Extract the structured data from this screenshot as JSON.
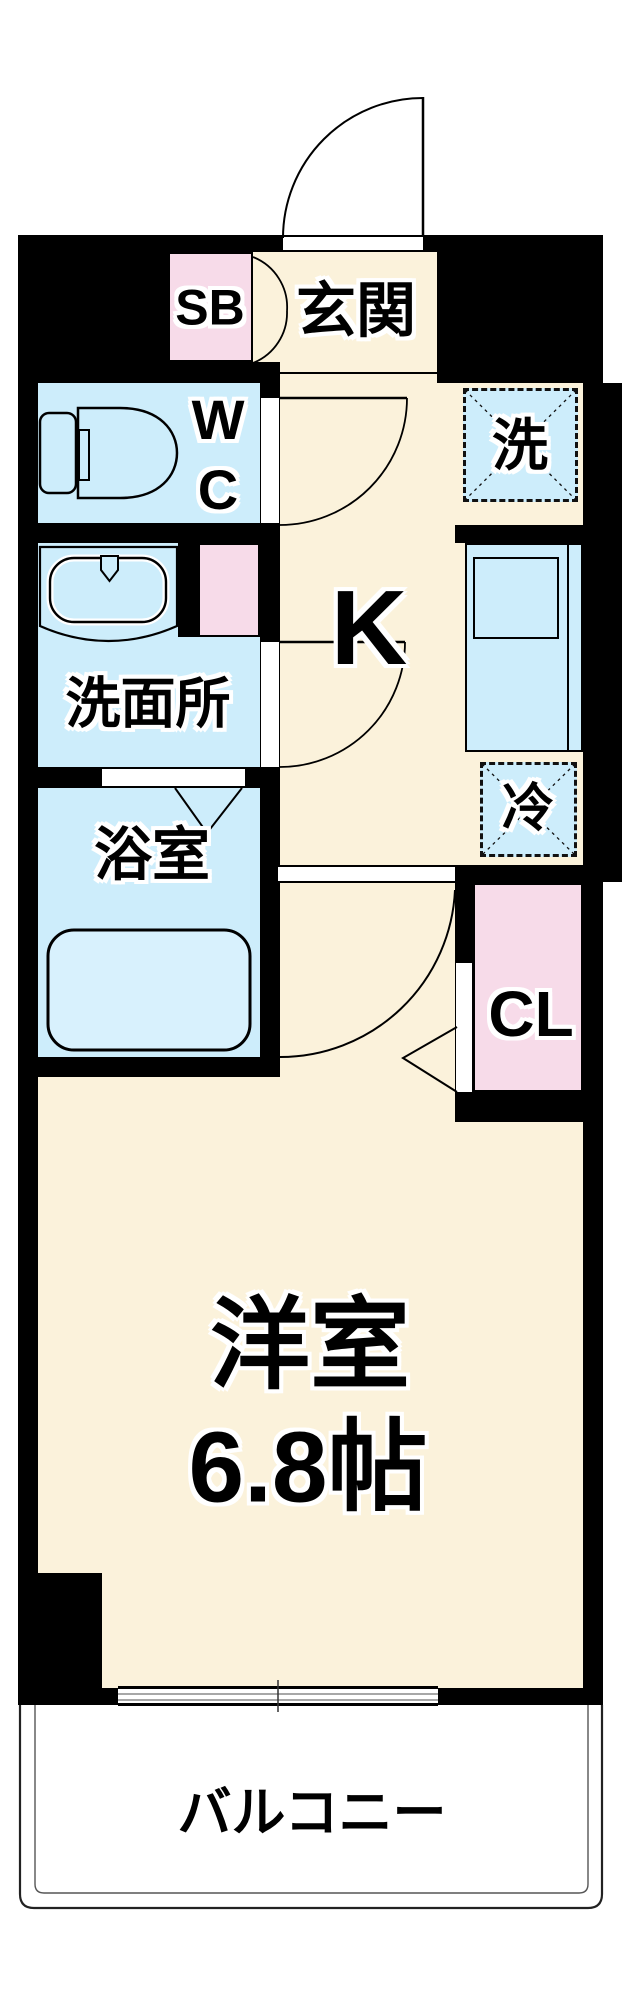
{
  "plan": {
    "type": "japanese-apartment-floor-plan",
    "rooms": {
      "entrance": {
        "label": "玄関"
      },
      "shoe_box": {
        "label": "SB"
      },
      "toilet": {
        "line1": "W",
        "line2": "C"
      },
      "washroom": {
        "label": "洗面所"
      },
      "bathroom": {
        "label": "浴室"
      },
      "kitchen": {
        "label": "K"
      },
      "washing_machine": {
        "label": "洗"
      },
      "refrigerator": {
        "label": "冷"
      },
      "closet": {
        "label": "CL"
      },
      "western_room": {
        "label": "洋室",
        "size": "6.8帖"
      },
      "balcony": {
        "label": "バルコニー"
      }
    },
    "colors": {
      "wall": "#000000",
      "room_cream": "#FBF2DB",
      "wet_area_blue": "#CDEDFB",
      "storage_pink": "#F7DBE9",
      "fixture_blue": "#D8F1FD"
    }
  }
}
